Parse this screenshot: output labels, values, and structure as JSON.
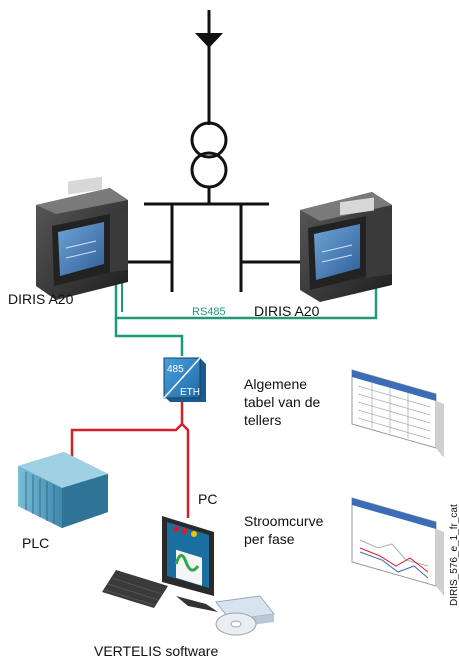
{
  "labels": {
    "meter_left": "DIRIS A20",
    "meter_right": "DIRIS A20",
    "rs485": "RS485",
    "conv_top": "485",
    "conv_bottom": "ETH",
    "pc": "PC",
    "plc": "PLC",
    "software": "VERTELIS software",
    "table_line1": "Algemene",
    "table_line2": "tabel van de",
    "table_line3": "tellers",
    "curve_line1": "Stroomcurve",
    "curve_line2": "per fase",
    "ref": "DIRIS_576_e_1_fr_cat"
  },
  "colors": {
    "power_line": "#111111",
    "rs485_bus": "#1f9a78",
    "ethernet": "#d4202a",
    "converter": "#2f86c8",
    "plc": "#5aa3c4"
  }
}
